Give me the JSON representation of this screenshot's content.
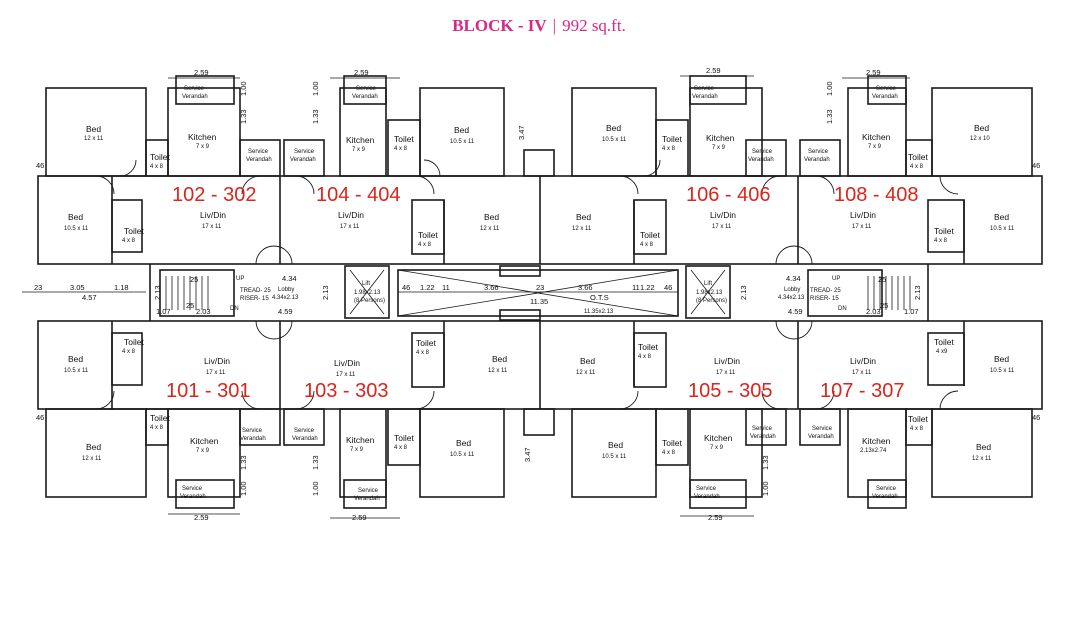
{
  "header": {
    "block": "BLOCK - IV",
    "separator": "|",
    "area": "992 sq.ft."
  },
  "units": {
    "top": [
      "102 - 302",
      "104 - 404",
      "106 - 406",
      "108 - 408"
    ],
    "bottom": [
      "101 - 301",
      "103 - 303",
      "105 - 305",
      "107 - 307"
    ]
  },
  "rooms": {
    "bed": "Bed",
    "kitchen": "Kitchen",
    "toilet": "Toilet",
    "livdin": "Liv/Din",
    "service": "Service",
    "verandah": "Verandah",
    "lift": "Lift",
    "lobby": "Lobby",
    "ots": "O.T.S"
  },
  "sizes": {
    "bed_12x11": "12 x 11",
    "bed_10_5x11": "10.5 x 11",
    "bed_12x10": "12 x 10",
    "kitchen_7x9": "7 x 9",
    "kitchen_alt": "2.13x2.74",
    "toilet_4x8": "4 x 8",
    "toilet_4x9": "4 x9",
    "livdin": "17 x 11",
    "lift": "1.98x2.13",
    "lift_cap": "(8 Persons)",
    "lobby": "4.34x2.13",
    "ots": "11.35x2.13"
  },
  "dims": {
    "d259": "2.59",
    "d100": "1.00",
    "d133": "1.33",
    "d347": "3.47",
    "d46": "46",
    "d434": "4.34",
    "d459": "4.59",
    "d213": "2.13",
    "d305": "3.05",
    "d457": "4.57",
    "d107": "1.07",
    "d203": "2.03",
    "d366": "3.66",
    "d1135": "11.35",
    "d122": "1.22",
    "d118": "1.18",
    "d11": "11",
    "d23": "23",
    "d25": "25",
    "d46b": "46"
  },
  "stairs": {
    "up": "UP",
    "dn": "DN",
    "tread": "TREAD- 25",
    "riser": "RISER- 15"
  },
  "colors": {
    "title": "#d6288a",
    "unit_label": "#d9261c",
    "lines": "#1a1a1a"
  }
}
